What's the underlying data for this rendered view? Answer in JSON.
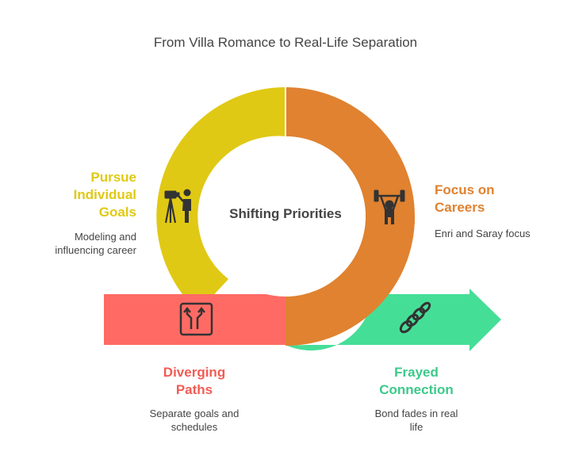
{
  "title": "From Villa Romance to Real-Life Separation",
  "center": {
    "label": "Shifting Priorities"
  },
  "colors": {
    "yellow": "#E0C914",
    "orange": "#E08230",
    "red": "#FF6B64",
    "green": "#45DE97",
    "text": "#444444"
  },
  "segments": {
    "pursue": {
      "heading_lines": [
        "Pursue",
        "Individual",
        "Goals"
      ],
      "desc_lines": [
        "Modeling and",
        "influencing career"
      ],
      "icon": "photographer-tripod-icon"
    },
    "focus": {
      "heading_lines": [
        "Focus on",
        "Careers"
      ],
      "desc_lines": [
        "Enri and Saray focus"
      ],
      "icon": "weightlifter-icon"
    },
    "diverge": {
      "heading_lines": [
        "Diverging",
        "Paths"
      ],
      "desc_lines": [
        "Separate goals and",
        "schedules"
      ],
      "icon": "diverging-arrows-icon"
    },
    "frayed": {
      "heading_lines": [
        "Frayed",
        "Connection"
      ],
      "desc_lines": [
        "Bond fades in real",
        "life"
      ],
      "icon": "chain-link-icon"
    }
  }
}
